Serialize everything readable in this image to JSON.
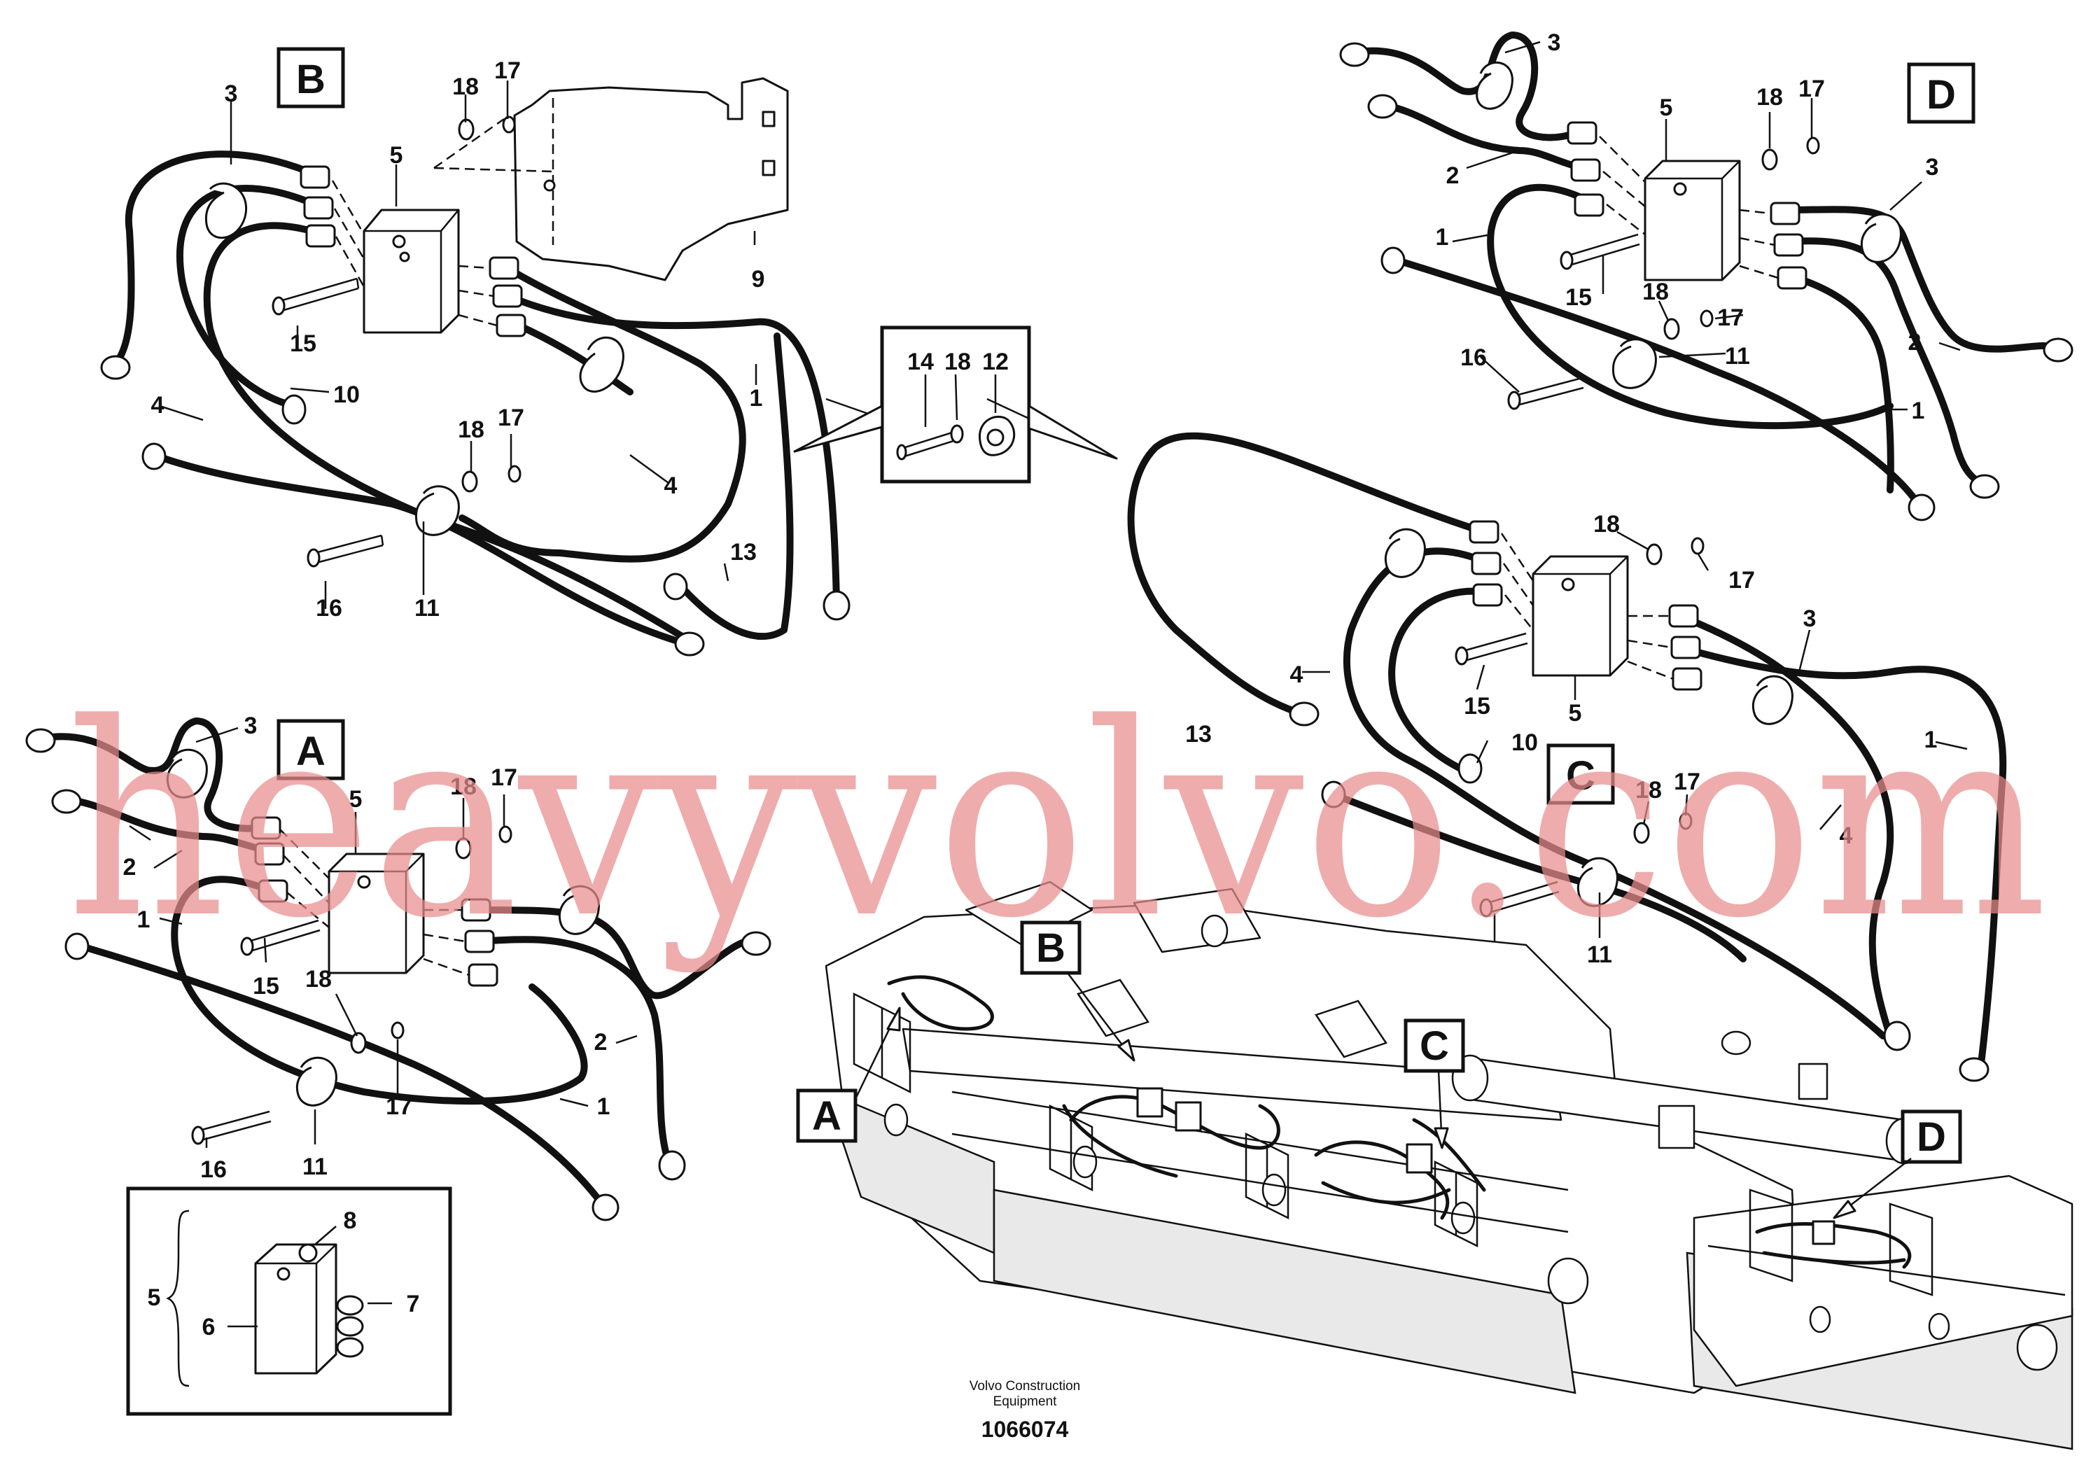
{
  "views": {
    "A": "A",
    "B": "B",
    "C": "C",
    "D": "D"
  },
  "callouts": {
    "n1": "1",
    "n2": "2",
    "n3": "3",
    "n4": "4",
    "n5": "5",
    "n6": "6",
    "n7": "7",
    "n8": "8",
    "n9": "9",
    "n10": "10",
    "n11": "11",
    "n12": "12",
    "n13": "13",
    "n14": "14",
    "n15": "15",
    "n16": "16",
    "n17": "17",
    "n18": "18"
  },
  "footer": {
    "credit_line1": "Volvo Construction",
    "credit_line2": "Equipment",
    "drawing_number": "1066074"
  },
  "watermark": "heavyvolvo.com",
  "colors": {
    "line": "#111111",
    "background": "#ffffff",
    "watermark": "#e98c8c"
  }
}
